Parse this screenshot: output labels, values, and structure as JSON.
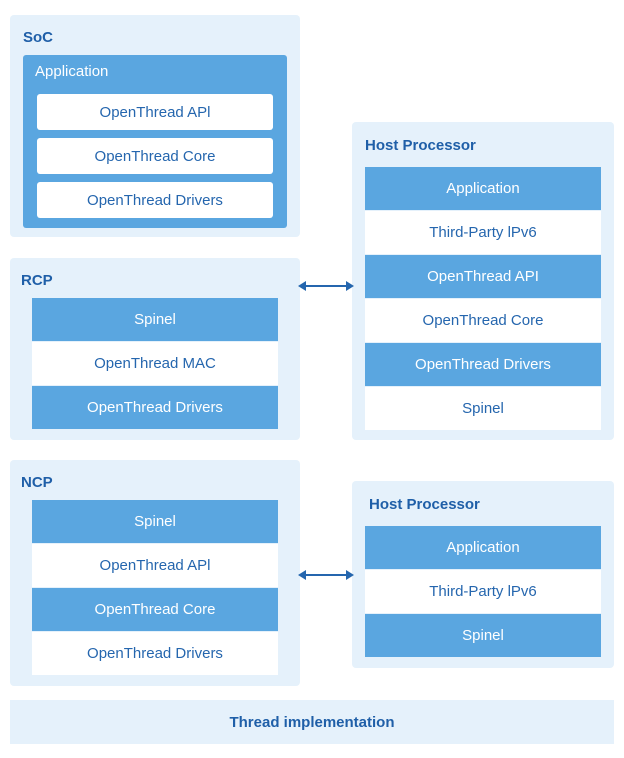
{
  "soc": {
    "title": "SoC",
    "app_label": "Application",
    "layers": [
      "OpenThread APl",
      "OpenThread Core",
      "OpenThread Drivers"
    ]
  },
  "rcp": {
    "title": "RCP",
    "layers": [
      "Spinel",
      "OpenThread MAC",
      "OpenThread Drivers"
    ]
  },
  "ncp": {
    "title": "NCP",
    "layers": [
      "Spinel",
      "OpenThread APl",
      "OpenThread Core",
      "OpenThread Drivers"
    ]
  },
  "host1": {
    "title": "Host Processor",
    "layers": [
      "Application",
      "Third-Party lPv6",
      "OpenThread API",
      "OpenThread Core",
      "OpenThread Drivers",
      "Spinel"
    ]
  },
  "host2": {
    "title": "Host Processor",
    "layers": [
      "Application",
      "Third-Party lPv6",
      "Spinel"
    ]
  },
  "footer": "Thread implementation",
  "colors": {
    "panel": "#e5f1fb",
    "layer_blue": "#5aa6e0",
    "text_blue": "#1f5fa8",
    "arrow": "#2566ae"
  }
}
